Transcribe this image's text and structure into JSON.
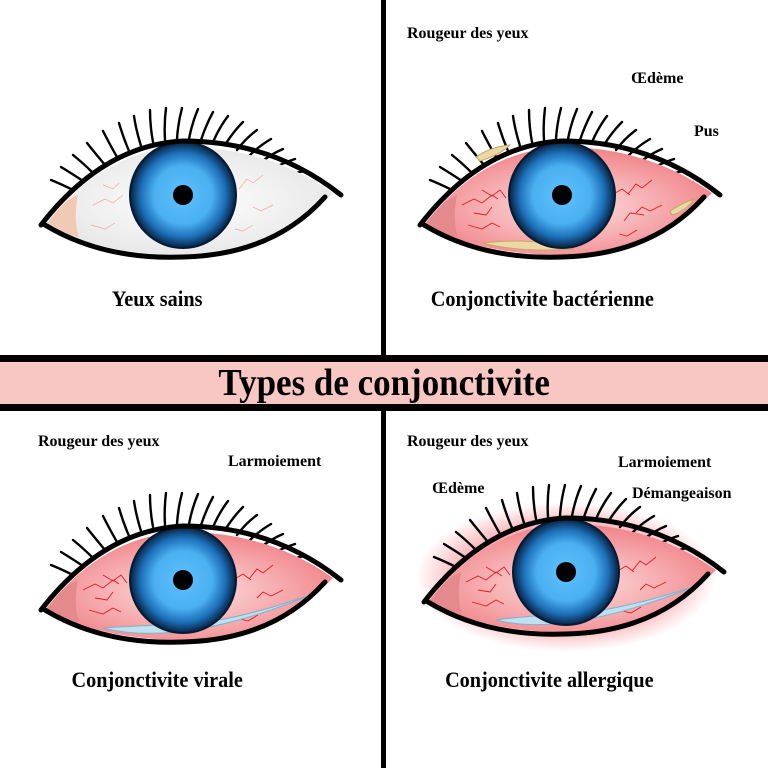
{
  "title": "Types de conjonctivite",
  "colors": {
    "title_band": "#f8c6c3",
    "divider": "#000000",
    "iris_light": "#56b8f4",
    "iris_dark": "#0b2f5a",
    "pupil": "#000000",
    "redness": "#e8202a",
    "pus": "#ead9a6",
    "tears": "#bfe0ee",
    "skin_corner": "#f2c9b4"
  },
  "panels": [
    {
      "id": "healthy",
      "caption": "Yeux sains",
      "symptoms": []
    },
    {
      "id": "bacterial",
      "caption": "Conjonctivite bactérienne",
      "symptoms": [
        "Rougeur des yeux",
        "Œdème",
        "Pus"
      ]
    },
    {
      "id": "viral",
      "caption": "Conjonctivite virale",
      "symptoms": [
        "Rougeur des yeux",
        "Larmoiement"
      ]
    },
    {
      "id": "allergic",
      "caption": "Conjonctivite allergique",
      "symptoms": [
        "Rougeur des yeux",
        "Larmoiement",
        "Œdème",
        "Démangeaison"
      ]
    }
  ]
}
